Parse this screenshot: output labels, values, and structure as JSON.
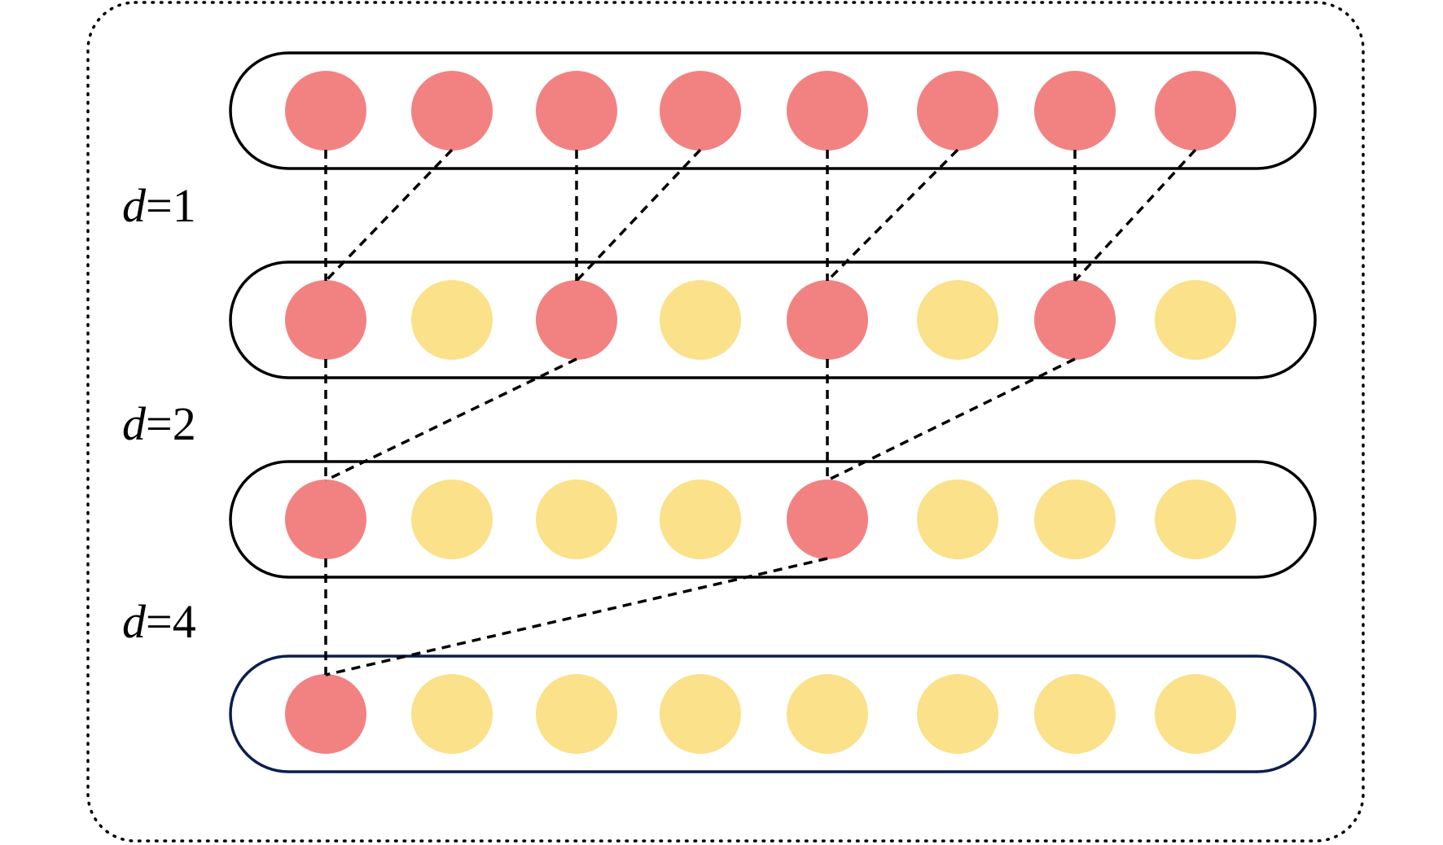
{
  "colors": {
    "active_node": "#F28282",
    "inactive_node": "#FAE18A",
    "layer_border": "#000000",
    "output_layer_border": "#0B1E4D",
    "connection": "#000000",
    "frame": "#000000"
  },
  "levels": [
    {
      "var": "d",
      "eq": "=",
      "value": "1"
    },
    {
      "var": "d",
      "eq": "=",
      "value": "2"
    },
    {
      "var": "d",
      "eq": "=",
      "value": "4"
    }
  ],
  "layers": [
    {
      "name": "input-layer",
      "nodes": [
        "active",
        "active",
        "active",
        "active",
        "active",
        "active",
        "active",
        "active"
      ]
    },
    {
      "name": "dilation-1-layer",
      "nodes": [
        "active",
        "inactive",
        "active",
        "inactive",
        "active",
        "inactive",
        "active",
        "inactive"
      ]
    },
    {
      "name": "dilation-2-layer",
      "nodes": [
        "active",
        "inactive",
        "inactive",
        "inactive",
        "active",
        "inactive",
        "inactive",
        "inactive"
      ]
    },
    {
      "name": "output-layer",
      "nodes": [
        "active",
        "inactive",
        "inactive",
        "inactive",
        "inactive",
        "inactive",
        "inactive",
        "inactive"
      ]
    }
  ],
  "connections": [
    {
      "from_layer": 0,
      "from_node": 0,
      "to_layer": 1,
      "to_node": 0
    },
    {
      "from_layer": 0,
      "from_node": 1,
      "to_layer": 1,
      "to_node": 0
    },
    {
      "from_layer": 0,
      "from_node": 2,
      "to_layer": 1,
      "to_node": 2
    },
    {
      "from_layer": 0,
      "from_node": 3,
      "to_layer": 1,
      "to_node": 2
    },
    {
      "from_layer": 0,
      "from_node": 4,
      "to_layer": 1,
      "to_node": 4
    },
    {
      "from_layer": 0,
      "from_node": 5,
      "to_layer": 1,
      "to_node": 4
    },
    {
      "from_layer": 0,
      "from_node": 6,
      "to_layer": 1,
      "to_node": 6
    },
    {
      "from_layer": 0,
      "from_node": 7,
      "to_layer": 1,
      "to_node": 6
    },
    {
      "from_layer": 1,
      "from_node": 0,
      "to_layer": 2,
      "to_node": 0
    },
    {
      "from_layer": 1,
      "from_node": 2,
      "to_layer": 2,
      "to_node": 0
    },
    {
      "from_layer": 1,
      "from_node": 4,
      "to_layer": 2,
      "to_node": 4
    },
    {
      "from_layer": 1,
      "from_node": 6,
      "to_layer": 2,
      "to_node": 4
    },
    {
      "from_layer": 2,
      "from_node": 0,
      "to_layer": 3,
      "to_node": 0
    },
    {
      "from_layer": 2,
      "from_node": 4,
      "to_layer": 3,
      "to_node": 0
    }
  ]
}
